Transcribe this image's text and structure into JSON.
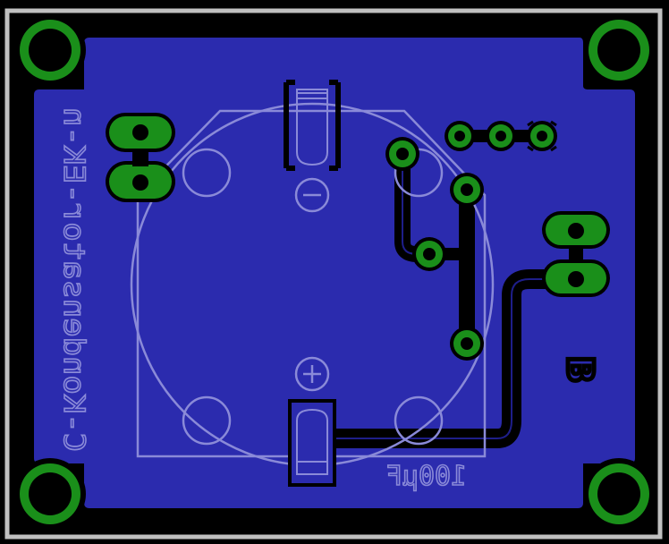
{
  "board": {
    "silkscreen_label_rotated": "C-Kondensator-EK-n",
    "capacitor_value": "100µF",
    "polarity_minus": "−",
    "polarity_plus": "+",
    "letter_mark": "B"
  },
  "colors": {
    "background": "#000000",
    "outline": "#c0c0c0",
    "copper_fill": "#2b2bae",
    "pad_green": "#1a8f1a",
    "trace": "#000000",
    "silk": "#8a8ad8"
  }
}
